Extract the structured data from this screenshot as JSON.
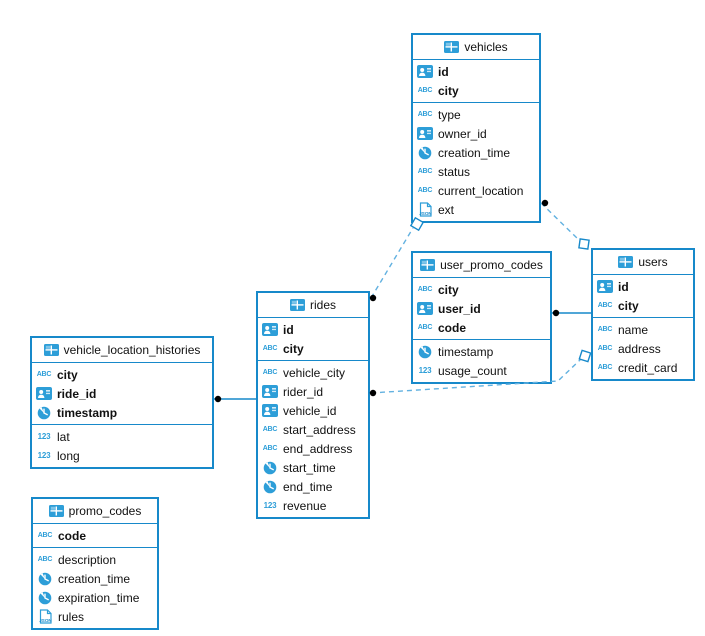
{
  "colors": {
    "accent": "#1789ca",
    "icon_blue": "#2d9ed8",
    "solid_line": "#1789ca",
    "dashed_line": "#62b1e0",
    "dot": "#000000",
    "text": "#111111",
    "background": "#ffffff"
  },
  "icon_glyphs": {
    "abc-icon": "ABC",
    "number-icon": "123",
    "json-icon": "JSON"
  },
  "diagram": {
    "tables": [
      {
        "id": "vehicles",
        "title": "vehicles",
        "primary_key_columns": [
          {
            "name": "id",
            "icon": "user-badge-icon"
          },
          {
            "name": "city",
            "icon": "abc-icon"
          }
        ],
        "columns": [
          {
            "name": "type",
            "icon": "abc-icon"
          },
          {
            "name": "owner_id",
            "icon": "user-badge-icon"
          },
          {
            "name": "creation_time",
            "icon": "clock-icon"
          },
          {
            "name": "status",
            "icon": "abc-icon"
          },
          {
            "name": "current_location",
            "icon": "abc-icon"
          },
          {
            "name": "ext",
            "icon": "json-icon"
          }
        ]
      },
      {
        "id": "user_promo_codes",
        "title": "user_promo_codes",
        "primary_key_columns": [
          {
            "name": "city",
            "icon": "abc-icon"
          },
          {
            "name": "user_id",
            "icon": "user-badge-icon"
          },
          {
            "name": "code",
            "icon": "abc-icon"
          }
        ],
        "columns": [
          {
            "name": "timestamp",
            "icon": "clock-icon"
          },
          {
            "name": "usage_count",
            "icon": "number-icon"
          }
        ]
      },
      {
        "id": "users",
        "title": "users",
        "primary_key_columns": [
          {
            "name": "id",
            "icon": "user-badge-icon"
          },
          {
            "name": "city",
            "icon": "abc-icon"
          }
        ],
        "columns": [
          {
            "name": "name",
            "icon": "abc-icon"
          },
          {
            "name": "address",
            "icon": "abc-icon"
          },
          {
            "name": "credit_card",
            "icon": "abc-icon"
          }
        ]
      },
      {
        "id": "rides",
        "title": "rides",
        "primary_key_columns": [
          {
            "name": "id",
            "icon": "user-badge-icon"
          },
          {
            "name": "city",
            "icon": "abc-icon"
          }
        ],
        "columns": [
          {
            "name": "vehicle_city",
            "icon": "abc-icon"
          },
          {
            "name": "rider_id",
            "icon": "user-badge-icon"
          },
          {
            "name": "vehicle_id",
            "icon": "user-badge-icon"
          },
          {
            "name": "start_address",
            "icon": "abc-icon"
          },
          {
            "name": "end_address",
            "icon": "abc-icon"
          },
          {
            "name": "start_time",
            "icon": "clock-icon"
          },
          {
            "name": "end_time",
            "icon": "clock-icon"
          },
          {
            "name": "revenue",
            "icon": "number-icon"
          }
        ]
      },
      {
        "id": "vehicle_location_histories",
        "title": "vehicle_location_histories",
        "primary_key_columns": [
          {
            "name": "city",
            "icon": "abc-icon"
          },
          {
            "name": "ride_id",
            "icon": "user-badge-icon"
          },
          {
            "name": "timestamp",
            "icon": "clock-icon"
          }
        ],
        "columns": [
          {
            "name": "lat",
            "icon": "number-icon"
          },
          {
            "name": "long",
            "icon": "number-icon"
          }
        ]
      },
      {
        "id": "promo_codes",
        "title": "promo_codes",
        "primary_key_columns": [
          {
            "name": "code",
            "icon": "abc-icon"
          }
        ],
        "columns": [
          {
            "name": "description",
            "icon": "abc-icon"
          },
          {
            "name": "creation_time",
            "icon": "clock-icon"
          },
          {
            "name": "expiration_time",
            "icon": "clock-icon"
          },
          {
            "name": "rules",
            "icon": "json-icon"
          }
        ]
      }
    ],
    "relations": [
      {
        "from": "vehicle_location_histories",
        "to": "rides",
        "line": "solid"
      },
      {
        "from": "user_promo_codes",
        "to": "users",
        "line": "solid"
      },
      {
        "from": "rides",
        "to": "vehicles",
        "line": "dashed"
      },
      {
        "from": "vehicles",
        "to": "users",
        "line": "dashed"
      },
      {
        "from": "rides",
        "to": "users",
        "line": "dashed"
      }
    ]
  }
}
